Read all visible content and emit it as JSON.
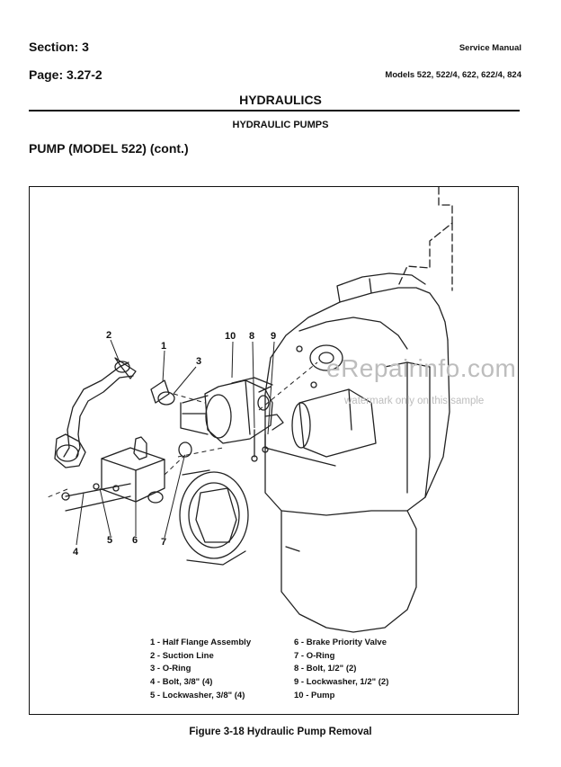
{
  "header": {
    "section": "Section: 3",
    "page": "Page: 3.27-2",
    "manual": "Service Manual",
    "models": "Models 522, 522/4, 622, 622/4, 824"
  },
  "title": "HYDRAULICS",
  "subtitle": "HYDRAULIC PUMPS",
  "heading": "PUMP (MODEL 522) (cont.)",
  "figure": {
    "callouts": [
      "2",
      "1",
      "3",
      "10",
      "8",
      "9",
      "4",
      "5",
      "6",
      "7"
    ],
    "legend_left": [
      "1 - Half Flange Assembly",
      "2 - Suction Line",
      "3 - O-Ring",
      "4 - Bolt, 3/8\" (4)",
      "5 - Lockwasher, 3/8\" (4)"
    ],
    "legend_right": [
      "6 - Brake Priority Valve",
      "7 - O-Ring",
      "8 - Bolt, 1/2\" (2)",
      "9 - Lockwasher, 1/2\" (2)",
      "10 - Pump"
    ],
    "caption": "Figure 3-18  Hydraulic Pump Removal"
  },
  "watermark": {
    "brand": "eRepairinfo.com",
    "note": "watermark only on this sample"
  }
}
